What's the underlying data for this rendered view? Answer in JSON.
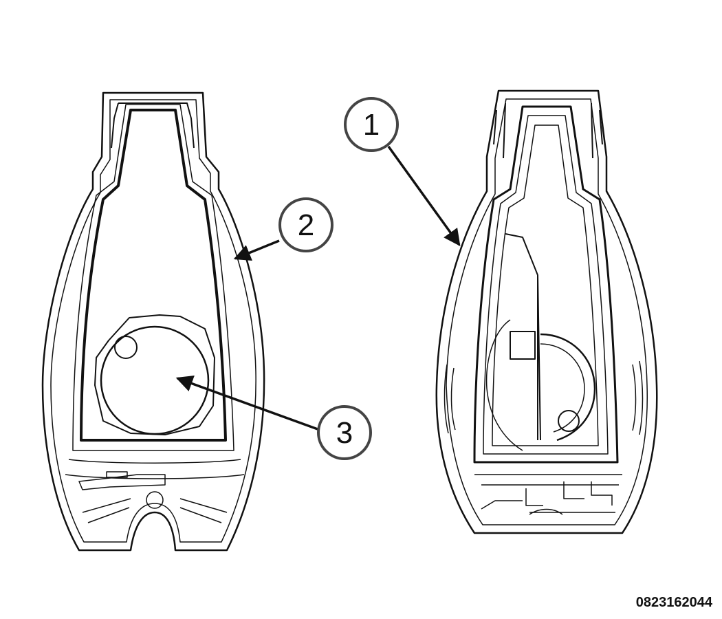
{
  "callouts": [
    {
      "number": "1"
    },
    {
      "number": "2"
    },
    {
      "number": "3"
    }
  ],
  "figure_id": "0823162044",
  "colors": {
    "line": "#111111",
    "fill": "#ffffff"
  }
}
